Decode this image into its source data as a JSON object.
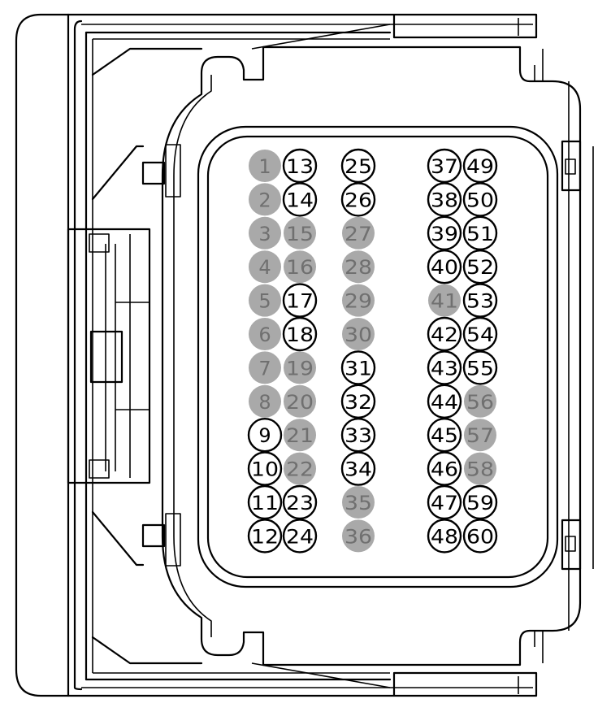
{
  "colors": {
    "line": "#000000",
    "background": "#ffffff",
    "unused_pin_fill": "#a9a9a9",
    "unused_pin_text": "#707070",
    "used_pin_fill": "#ffffff",
    "used_pin_text": "#000000"
  },
  "columns": [
    {
      "pins": [
        {
          "num": "1",
          "used": false
        },
        {
          "num": "2",
          "used": false
        },
        {
          "num": "3",
          "used": false
        },
        {
          "num": "4",
          "used": false
        },
        {
          "num": "5",
          "used": false
        },
        {
          "num": "6",
          "used": false
        },
        {
          "num": "7",
          "used": false
        },
        {
          "num": "8",
          "used": false
        },
        {
          "num": "9",
          "used": true
        },
        {
          "num": "10",
          "used": true
        },
        {
          "num": "11",
          "used": true
        },
        {
          "num": "12",
          "used": true
        }
      ]
    },
    {
      "pins": [
        {
          "num": "13",
          "used": true
        },
        {
          "num": "14",
          "used": true
        },
        {
          "num": "15",
          "used": false
        },
        {
          "num": "16",
          "used": false
        },
        {
          "num": "17",
          "used": true
        },
        {
          "num": "18",
          "used": true
        },
        {
          "num": "19",
          "used": false
        },
        {
          "num": "20",
          "used": false
        },
        {
          "num": "21",
          "used": false
        },
        {
          "num": "22",
          "used": false
        },
        {
          "num": "23",
          "used": true
        },
        {
          "num": "24",
          "used": true
        }
      ]
    },
    {
      "pins": [
        {
          "num": "25",
          "used": true
        },
        {
          "num": "26",
          "used": true
        },
        {
          "num": "27",
          "used": false
        },
        {
          "num": "28",
          "used": false
        },
        {
          "num": "29",
          "used": false
        },
        {
          "num": "30",
          "used": false
        },
        {
          "num": "31",
          "used": true
        },
        {
          "num": "32",
          "used": true
        },
        {
          "num": "33",
          "used": true
        },
        {
          "num": "34",
          "used": true
        },
        {
          "num": "35",
          "used": false
        },
        {
          "num": "36",
          "used": false
        }
      ]
    },
    {
      "pins": [
        {
          "num": "37",
          "used": true
        },
        {
          "num": "38",
          "used": true
        },
        {
          "num": "39",
          "used": true
        },
        {
          "num": "40",
          "used": true
        },
        {
          "num": "41",
          "used": false
        },
        {
          "num": "42",
          "used": true
        },
        {
          "num": "43",
          "used": true
        },
        {
          "num": "44",
          "used": true
        },
        {
          "num": "45",
          "used": true
        },
        {
          "num": "46",
          "used": true
        },
        {
          "num": "47",
          "used": true
        },
        {
          "num": "48",
          "used": true
        }
      ]
    },
    {
      "pins": [
        {
          "num": "49",
          "used": true
        },
        {
          "num": "50",
          "used": true
        },
        {
          "num": "51",
          "used": true
        },
        {
          "num": "52",
          "used": true
        },
        {
          "num": "53",
          "used": true
        },
        {
          "num": "54",
          "used": true
        },
        {
          "num": "55",
          "used": true
        },
        {
          "num": "56",
          "used": false
        },
        {
          "num": "57",
          "used": false
        },
        {
          "num": "58",
          "used": false
        },
        {
          "num": "59",
          "used": true
        },
        {
          "num": "60",
          "used": true
        }
      ]
    }
  ]
}
